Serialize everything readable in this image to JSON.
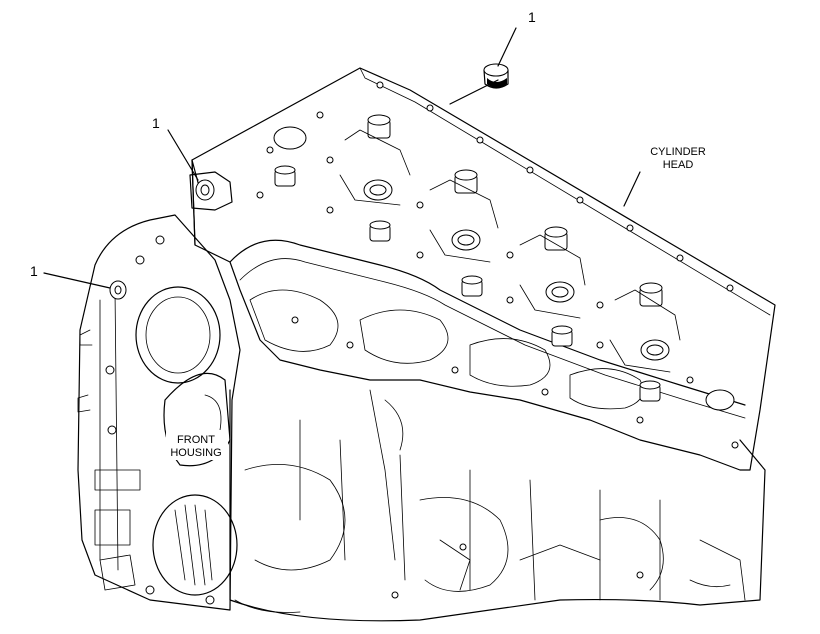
{
  "callouts": {
    "top_part": "1",
    "left_upper_part": "1",
    "left_lower_part": "1"
  },
  "labels": {
    "cylinder_head_line1": "CYLINDER",
    "cylinder_head_line2": "HEAD",
    "front_housing_line1": "FRONT",
    "front_housing_line2": "HOUSING"
  },
  "colors": {
    "ink": "#000000",
    "paper": "#ffffff"
  }
}
